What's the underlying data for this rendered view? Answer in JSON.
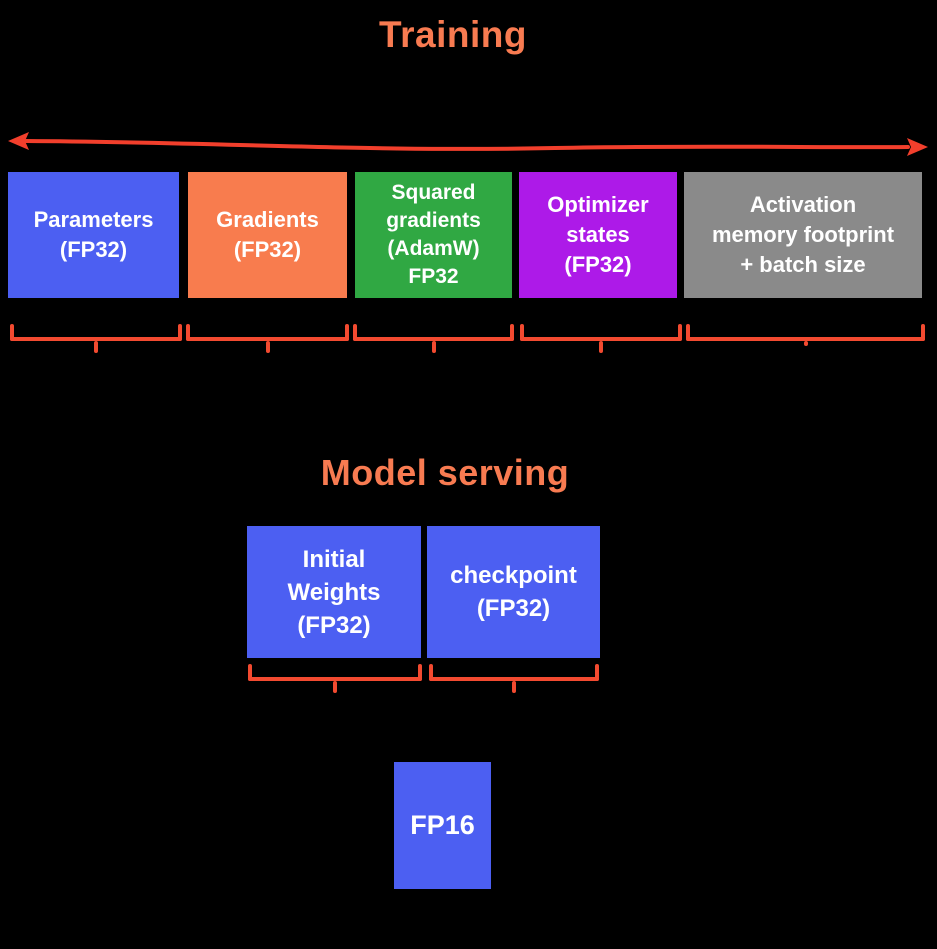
{
  "diagram": {
    "training": {
      "title": "Training",
      "boxes": [
        {
          "name": "parameters",
          "label": "Parameters\n(FP32)",
          "color": "#4c5ff2"
        },
        {
          "name": "gradients",
          "label": "Gradients\n(FP32)",
          "color": "#f87c4e"
        },
        {
          "name": "squared-gradients",
          "label": "Squared\ngradients\n(AdamW)\nFP32",
          "color": "#30a843"
        },
        {
          "name": "optimizer-states",
          "label": "Optimizer\nstates\n(FP32)",
          "color": "#ad1ae8"
        },
        {
          "name": "activation-memory",
          "label": "Activation\nmemory footprint\n+ batch size",
          "color": "#8a8a8a"
        }
      ]
    },
    "model_serving": {
      "title": "Model serving",
      "boxes": [
        {
          "name": "initial-weights",
          "label": "Initial\nWeights\n(FP32)",
          "color": "#4c5ff2"
        },
        {
          "name": "checkpoint",
          "label": "checkpoint\n(FP32)",
          "color": "#4c5ff2"
        }
      ],
      "result_box": {
        "name": "fp16",
        "label": "FP16",
        "color": "#4c5ff2"
      }
    },
    "colors": {
      "background": "#000000",
      "title_orange": "#f87b51",
      "arrow_red": "#f23f2c",
      "brace_red": "#f24a30",
      "text_white": "#ffffff"
    }
  }
}
